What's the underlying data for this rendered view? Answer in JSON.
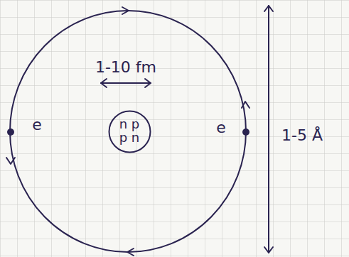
{
  "diagram": {
    "nodes": [
      {
        "text": [
          "n p p n"
        ]
      }
    ],
    "labels": [
      "1-10 fm",
      "e",
      "e",
      "1-5 Å"
    ]
  }
}
